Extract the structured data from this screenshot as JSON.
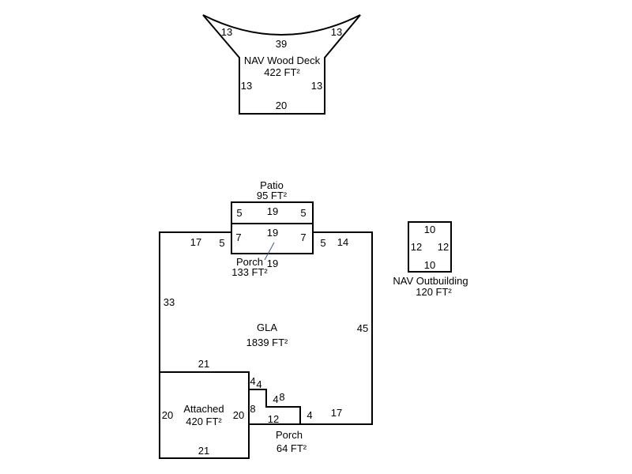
{
  "areas": {
    "deck": {
      "name": "NAV Wood Deck",
      "area": "422 FT²",
      "dims": {
        "curve_left": "13",
        "curve_top": "39",
        "curve_right": "13",
        "left": "13",
        "right": "13",
        "bottom": "20"
      }
    },
    "patio": {
      "name": "Patio",
      "area": "95 FT²",
      "dims": {
        "left": "5",
        "top": "19",
        "right": "5"
      }
    },
    "porch_front": {
      "name": "Porch",
      "area": "133 FT²",
      "dims": {
        "left": "7",
        "top": "19",
        "right": "7",
        "bottom": "19"
      }
    },
    "gla": {
      "name": "GLA",
      "area": "1839 FT²",
      "dims": {
        "top_left": "17",
        "notch_left": "5",
        "notch_right": "5",
        "top_right": "14",
        "left": "33",
        "right": "45",
        "bottom_left": "21",
        "bottom_right": "17"
      }
    },
    "garage": {
      "name": "Attached",
      "area": "420 FT²",
      "dims": {
        "top": "21",
        "left": "20",
        "right": "20",
        "bottom": "21"
      }
    },
    "porch_rear": {
      "name": "Porch",
      "area": "64 FT²",
      "dims": {
        "a": "4",
        "b": "4",
        "c": "4",
        "d": "8",
        "e": "8",
        "f": "12",
        "g": "4"
      }
    },
    "outbuilding": {
      "name": "NAV Outbuilding",
      "area": "120 FT²",
      "dims": {
        "top": "10",
        "left": "12",
        "right": "12",
        "bottom": "10"
      }
    }
  }
}
